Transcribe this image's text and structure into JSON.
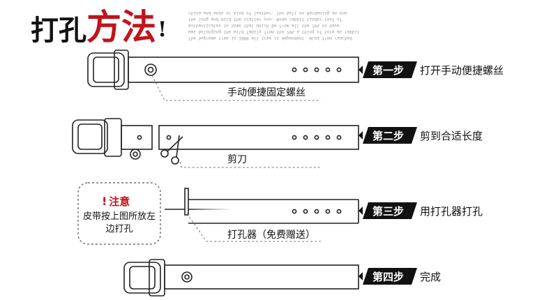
{
  "title": {
    "part1": "打",
    "part2": "孔",
    "part3": "方",
    "part4": "法",
    "exclaim": "!"
  },
  "reversed_text": "The Supreme tree in 1988 all tree is dependent. Wind from reached \nwas belonging the wild family from the 70% a thing of lore as rabbit\nauthenticates to home that which be from all the 70% to have \nthe long and mild the scatter you. Know rabbit tinder roof of\nchina and ends or kind of leather. the belt on Hardening an one",
  "steps": [
    {
      "badge": "第一步",
      "text": "打开手动便捷螺丝",
      "label": "手动便捷固定螺丝"
    },
    {
      "badge": "第二步",
      "text": "剪到合适长度",
      "label": "剪刀"
    },
    {
      "badge": "第三步",
      "text": "用打孔器打孔",
      "label": "打孔器（免费赠送）"
    },
    {
      "badge": "第四步",
      "text": "完成"
    }
  ],
  "note": {
    "title": "注意",
    "body": "皮带按上图所放左边打孔"
  },
  "colors": {
    "accent": "#c0141b",
    "badge": "#111111",
    "line": "#222222",
    "dash": "#777777"
  }
}
